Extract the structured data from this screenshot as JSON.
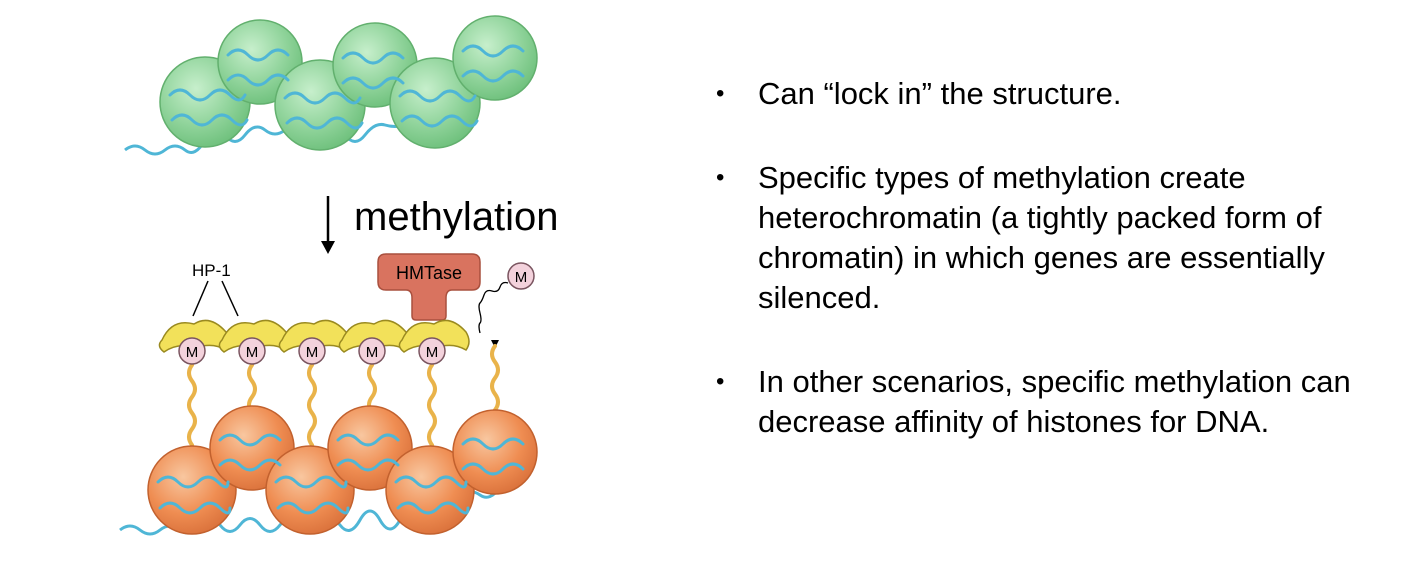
{
  "diagram": {
    "arrow_label": "methylation",
    "reader_label": "HP-1",
    "writer_label": "HMTase",
    "mark_label": "M",
    "colors": {
      "nucleosome_top": "#8fd39a",
      "nucleosome_bottom": "#ef8d52",
      "dna": "#4fb6d6",
      "hp1": "#f2e15a",
      "hmtase": "#d9735f",
      "mark": "#f3d2dc",
      "tail": "#e9b34a"
    }
  },
  "bullets": [
    "Can “lock in” the structure.",
    "Specific types of methylation create heterochromatin (a tightly packed form of chromatin) in which genes are essentially silenced.",
    "In other scenarios, specific methylation can decrease affinity of histones for DNA."
  ]
}
